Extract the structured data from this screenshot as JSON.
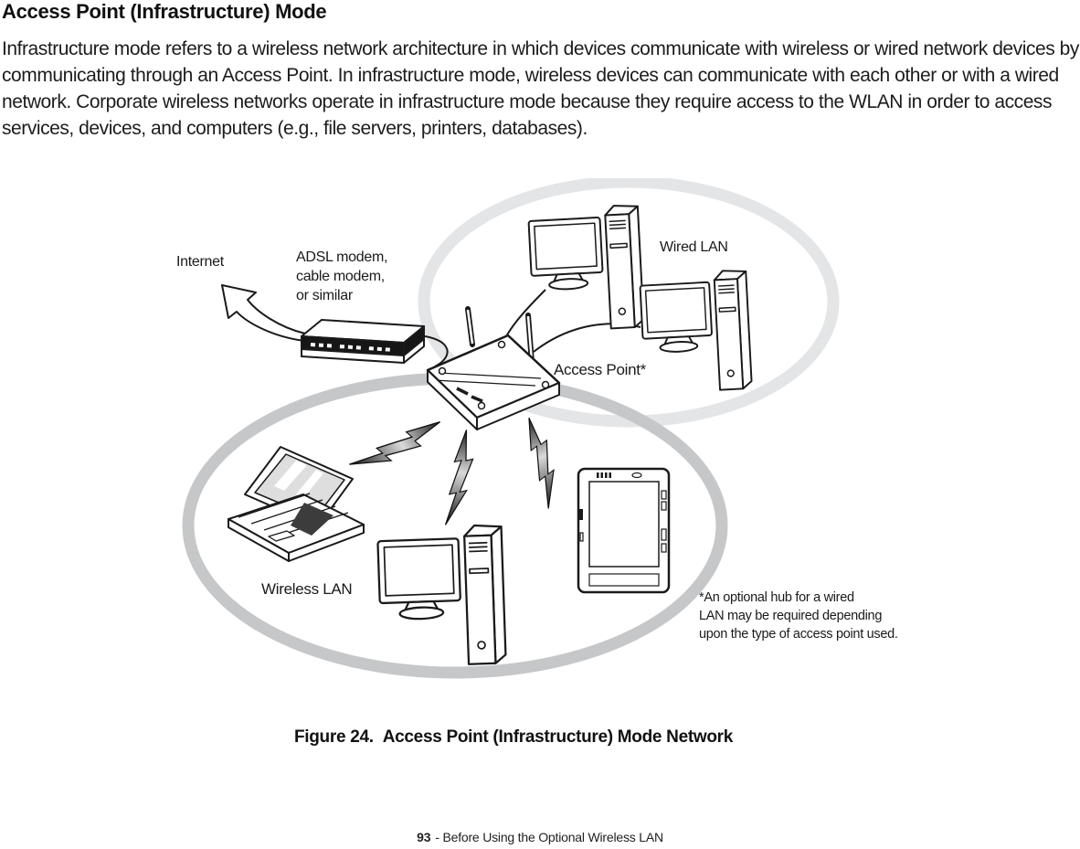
{
  "page": {
    "heading": "Access Point (Infrastructure) Mode",
    "body": "Infrastructure mode refers to a wireless network architecture in which devices communicate with wireless or wired network devices by communicating through an Access Point. In infrastructure mode, wireless devices can communicate with each other or with a wired network. Corporate wireless networks operate in infrastructure mode because they require access to the WLAN in order to access services, devices, and computers (e.g., file servers, printers, databases).",
    "caption": {
      "label": "Figure 24.",
      "title": "Access Point (Infrastructure) Mode Network"
    },
    "footer": {
      "page_number": "93",
      "text": "- Before Using the Optional Wireless LAN"
    }
  },
  "diagram": {
    "labels": {
      "internet": "Internet",
      "modem": "ADSL modem,\ncable modem,\nor similar",
      "wired_lan": "Wired LAN",
      "access_point": "Access Point*",
      "wireless_lan": "Wireless LAN",
      "footnote": "*An optional hub for a wired\nLAN may be required depending\nupon the type of access point used."
    },
    "zones": [
      {
        "name": "wired-lan-zone",
        "ring_color": "#e3e5e7"
      },
      {
        "name": "wireless-lan-zone",
        "ring_color": "#c5c7c9"
      }
    ],
    "devices": [
      "internet-arrow-icon",
      "adsl-modem-icon",
      "access-point-icon",
      "desktop-computer-icon",
      "desktop-computer-icon",
      "laptop-icon",
      "desktop-computer-icon",
      "tablet-pc-icon"
    ],
    "signals": [
      "lightning-bolt-icon",
      "lightning-bolt-icon",
      "lightning-bolt-icon"
    ],
    "colors": {
      "line": "#1a1a1a",
      "device_fill": "#ffffff",
      "bolt_light": "#d9d9d9",
      "bolt_dark": "#1a1a1a"
    }
  }
}
